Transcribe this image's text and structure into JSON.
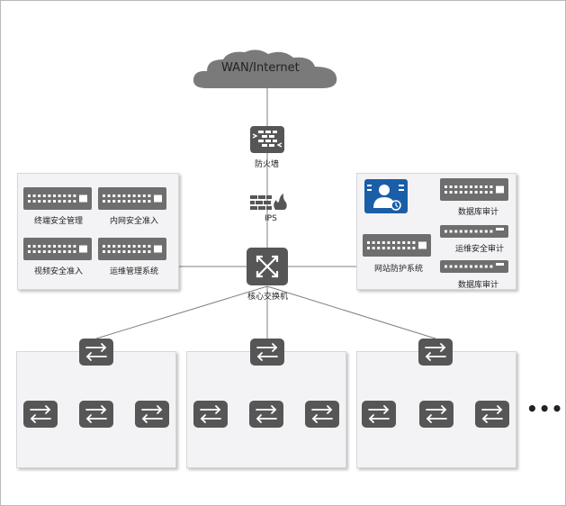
{
  "cloud": {
    "label": "WAN/Internet"
  },
  "devices": {
    "firewall": "防火墙",
    "ips": "IPS",
    "core_switch": "核心交换机"
  },
  "left_panel": {
    "items": [
      "终端安全管理",
      "内网安全准入",
      "视频安全准入",
      "运维管理系统"
    ]
  },
  "right_panel": {
    "items": [
      "数据库审计",
      "运维安全审计",
      "网站防护系统",
      "数据库审计"
    ]
  },
  "more": "•••",
  "colors": {
    "device": "#565656",
    "panel_bg": "#f3f3f5",
    "cloud": "#7a7a7a",
    "accent_blue": "#1a5ea8",
    "line": "#7f7f7f"
  }
}
